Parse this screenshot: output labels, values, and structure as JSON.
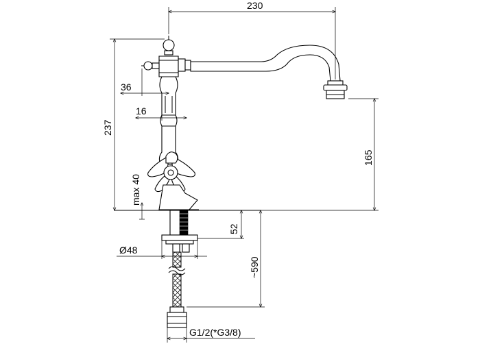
{
  "diagram": {
    "dimensions": {
      "spout_reach": "230",
      "total_height": "237",
      "handle_offset": "36",
      "body_offset": "16",
      "spout_height": "165",
      "max_deck_thickness": "max 40",
      "shank_length": "52",
      "hose_length": "~590",
      "base_diameter": "Ø48",
      "connection_thread": "G1/2(*G3/8)"
    },
    "colors": {
      "line": "#000000",
      "background": "#ffffff"
    }
  }
}
